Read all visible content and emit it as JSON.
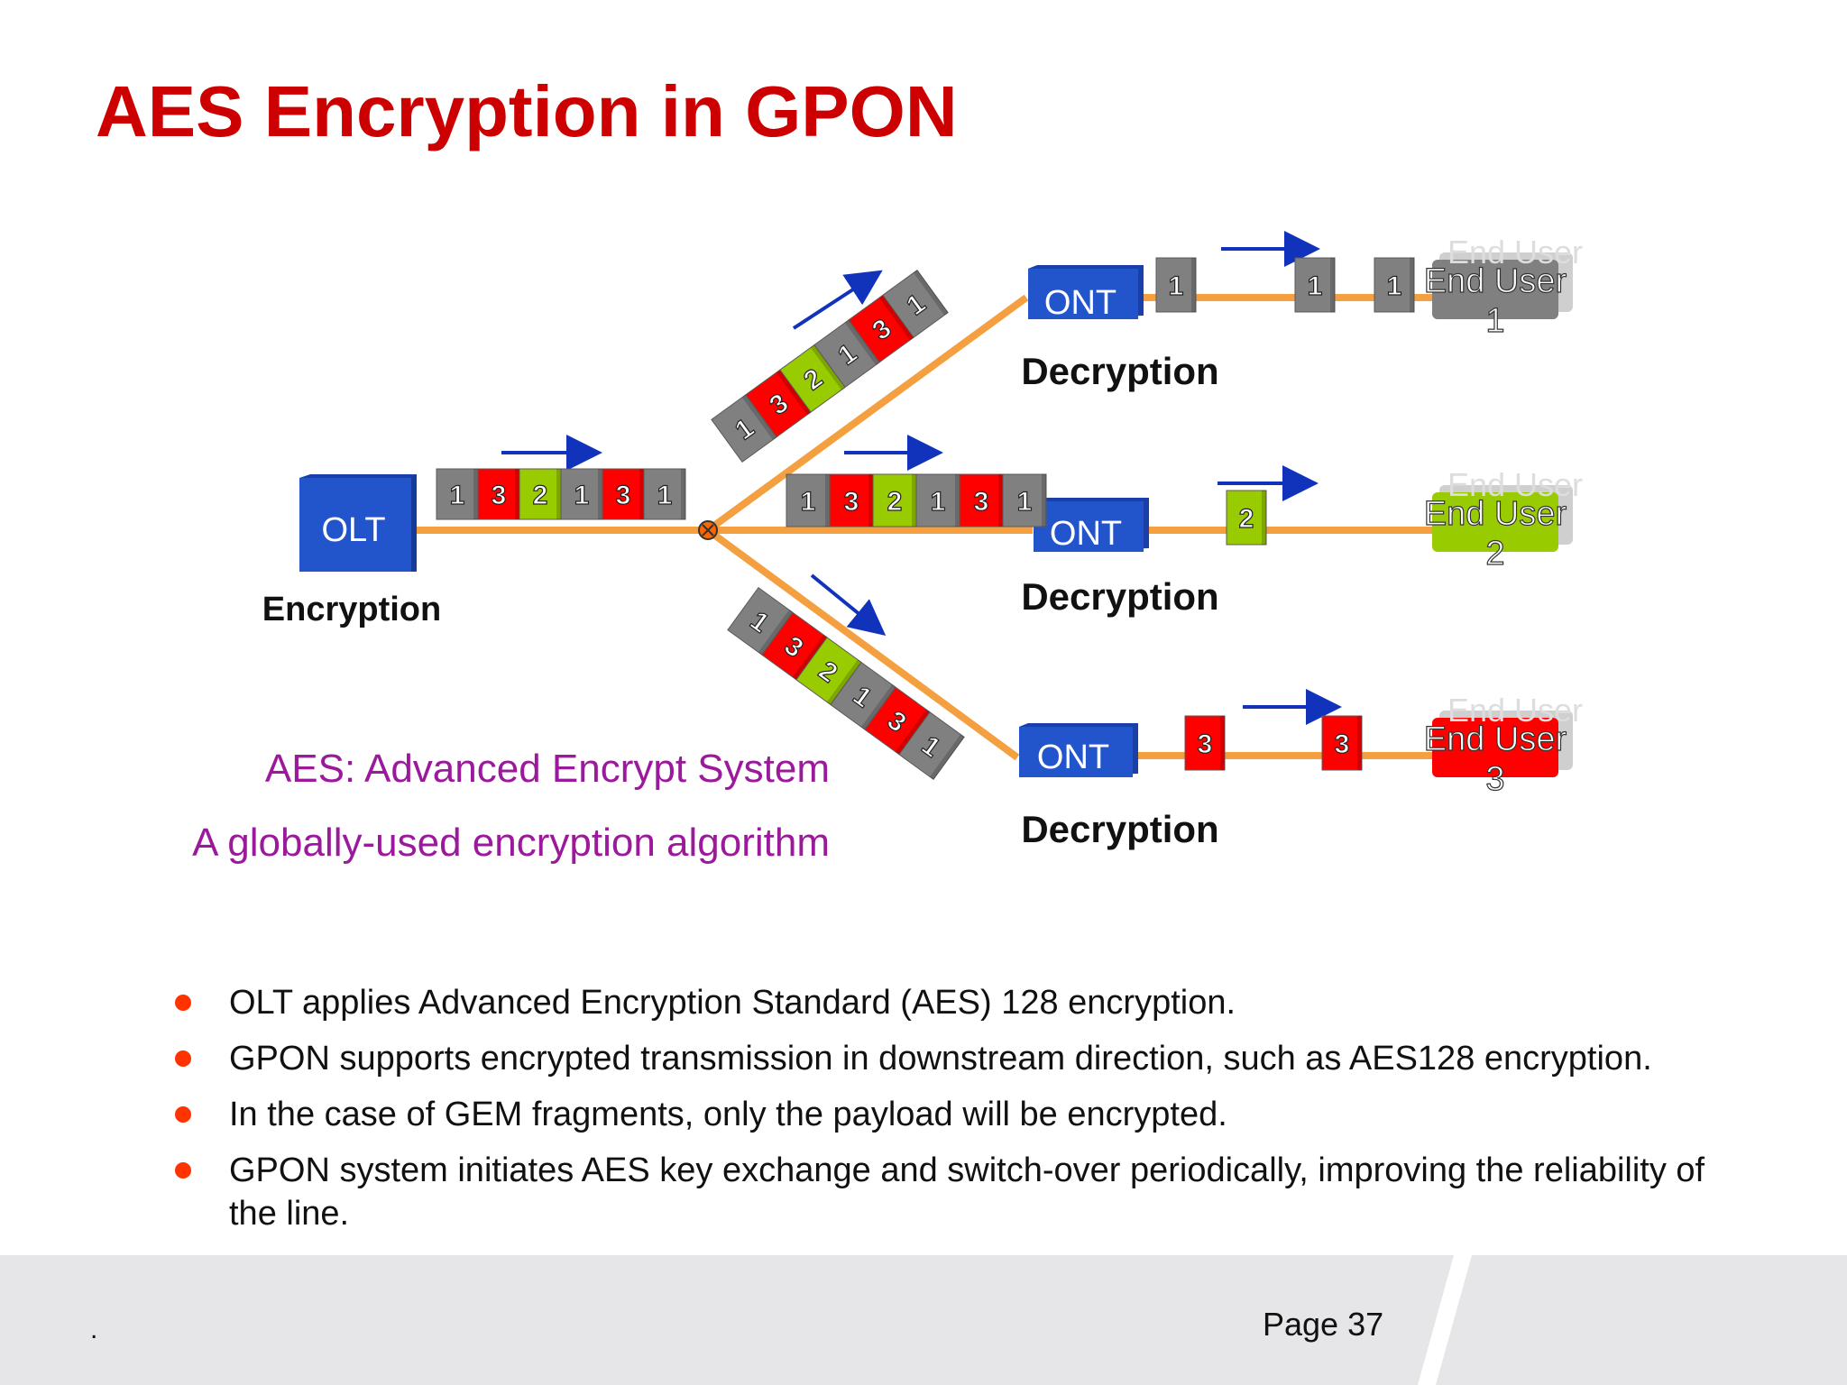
{
  "title": "AES Encryption in GPON",
  "diagram": {
    "olt_label": "OLT",
    "encryption_label": "Encryption",
    "ont_label": "ONT",
    "decryption_label": "Decryption",
    "packet_sequence": [
      "1",
      "3",
      "2",
      "1",
      "3",
      "1"
    ],
    "branch_outputs": [
      {
        "user_label": "End User",
        "user_number": "1",
        "packet": "1",
        "color": "#808080"
      },
      {
        "user_label": "End User",
        "user_number": "2",
        "packet": "2",
        "color": "#99cc00"
      },
      {
        "user_label": "End User",
        "user_number": "3",
        "packet": "3",
        "color": "#ff0000"
      }
    ],
    "colors": {
      "packet_1": "#808080",
      "packet_2": "#99cc00",
      "packet_3": "#ff0000",
      "fiber": "#f4a040",
      "arrow": "#1133bb",
      "box": "#2255cc"
    }
  },
  "aes_definition": {
    "line1": "AES: Advanced Encrypt System",
    "line2": "A globally-used encryption algorithm"
  },
  "bullets": [
    "OLT applies Advanced Encryption Standard (AES) 128 encryption.",
    "GPON supports encrypted transmission in downstream direction, such as AES128 encryption.",
    "In the case of GEM fragments, only the payload will be encrypted.",
    "GPON system initiates AES key exchange and switch-over periodically, improving the reliability of the line."
  ],
  "footer": {
    "dot": ".",
    "page": "Page 37"
  }
}
